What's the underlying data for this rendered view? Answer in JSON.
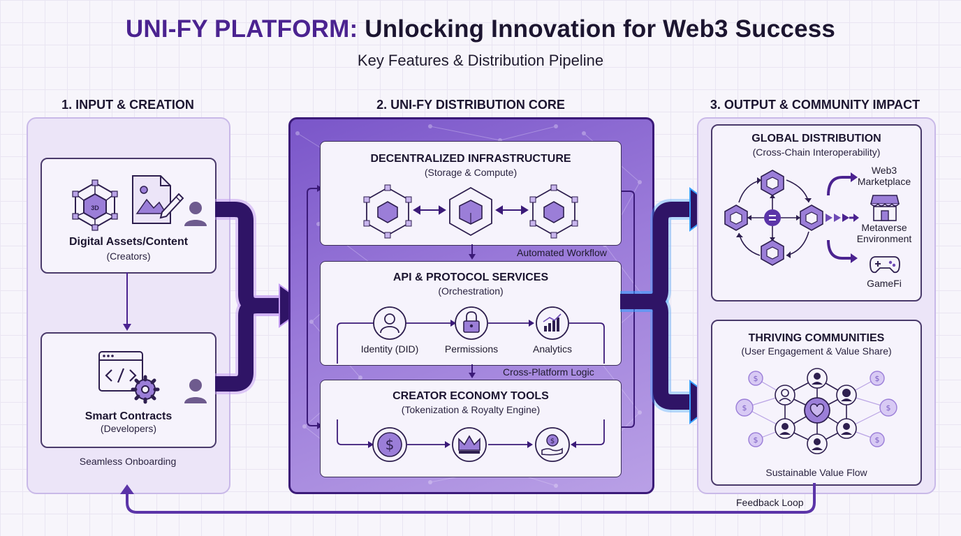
{
  "header": {
    "title_accent": "UNI-FY PLATFORM:",
    "title_rest": " Unlocking Innovation for Web3 Success",
    "subtitle": "Key Features & Distribution Pipeline"
  },
  "columns": {
    "input": {
      "heading": "1. INPUT & CREATION",
      "card1_title": "Digital Assets/Content",
      "card1_sub": "(Creators)",
      "card2_title": "Smart Contracts",
      "card2_sub": "(Developers)",
      "footer": "Seamless Onboarding",
      "badge_3d": "3D"
    },
    "core": {
      "heading": "2. UNI-FY DISTRIBUTION CORE",
      "infra_title": "DECENTRALIZED INFRASTRUCTURE",
      "infra_sub": "(Storage & Compute)",
      "workflow_label": "Automated Workflow",
      "api_title": "API & PROTOCOL SERVICES",
      "api_sub": "(Orchestration)",
      "api_items": [
        "Identity (DID)",
        "Permissions",
        "Analytics"
      ],
      "logic_label": "Cross-Platform Logic",
      "tools_title": "CREATOR ECONOMY TOOLS",
      "tools_sub": "(Tokenization & Royalty Engine)"
    },
    "output": {
      "heading": "3. OUTPUT & COMMUNITY IMPACT",
      "global_title": "GLOBAL DISTRIBUTION",
      "global_sub": "(Cross-Chain Interoperability)",
      "destinations": [
        "Web3\nMarketplace",
        "Metaverse\nEnvironment",
        "GameFi"
      ],
      "community_title": "THRIVING COMMUNITIES",
      "community_sub": "(User Engagement & Value Share)",
      "community_footer": "Sustainable Value Flow"
    }
  },
  "feedback_label": "Feedback Loop",
  "colors": {
    "accent": "#4b2390",
    "dark_arrow": "#2f1466",
    "core_bg": "#8b66d1",
    "panel_bg": "#ece5f8",
    "glow": "#3aa0ff"
  }
}
